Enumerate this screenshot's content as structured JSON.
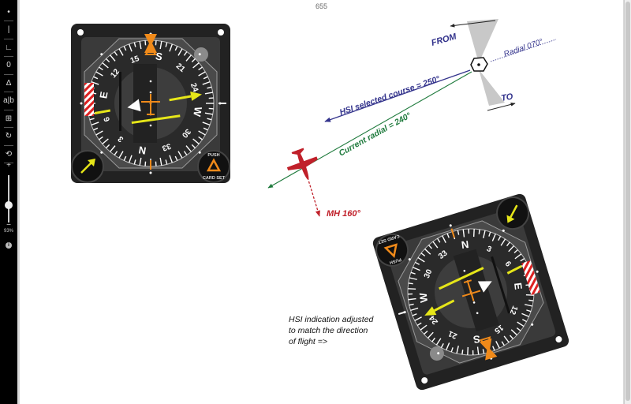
{
  "viewer": {
    "page_number": "655",
    "zoom_level": "93%",
    "tools": [
      {
        "name": "point-tool",
        "glyph": "•"
      },
      {
        "name": "line-tool",
        "glyph": "|"
      },
      {
        "name": "angle-tool",
        "glyph": "∟"
      },
      {
        "name": "ellipse-tool",
        "glyph": "0"
      },
      {
        "name": "triangle-tool",
        "glyph": "∆"
      },
      {
        "name": "text-tool",
        "glyph": "a|b"
      },
      {
        "name": "grid-tool",
        "glyph": "⊞"
      },
      {
        "name": "rotate-tool",
        "glyph": "↻"
      },
      {
        "name": "history-tool",
        "glyph": "⟲"
      }
    ],
    "zoom_in": "+",
    "zoom_out": "−",
    "info": "i"
  },
  "diagram": {
    "from_label": "FROM",
    "to_label": "TO",
    "radial_label": "Radial 070°",
    "selected_course_label": "HSI selected course = 250°",
    "current_radial_label": "Current radial = 240°",
    "heading_label": "MH 160°",
    "caption_lines": [
      "HSI indication adjusted",
      "to match the direction",
      "of flight =>"
    ],
    "colors": {
      "blue": "#33338c",
      "green": "#1e7a3c",
      "red": "#c0202a",
      "gray": "#c8c8c8"
    }
  },
  "hsi": {
    "card_labels": [
      "N",
      "3",
      "6",
      "E",
      "12",
      "15",
      "S",
      "21",
      "24",
      "W",
      "30",
      "33"
    ],
    "heading_deg": 170,
    "course_deg": 250,
    "knob_text_top": "PUSH",
    "knob_text_bottom": "CARD SET"
  }
}
